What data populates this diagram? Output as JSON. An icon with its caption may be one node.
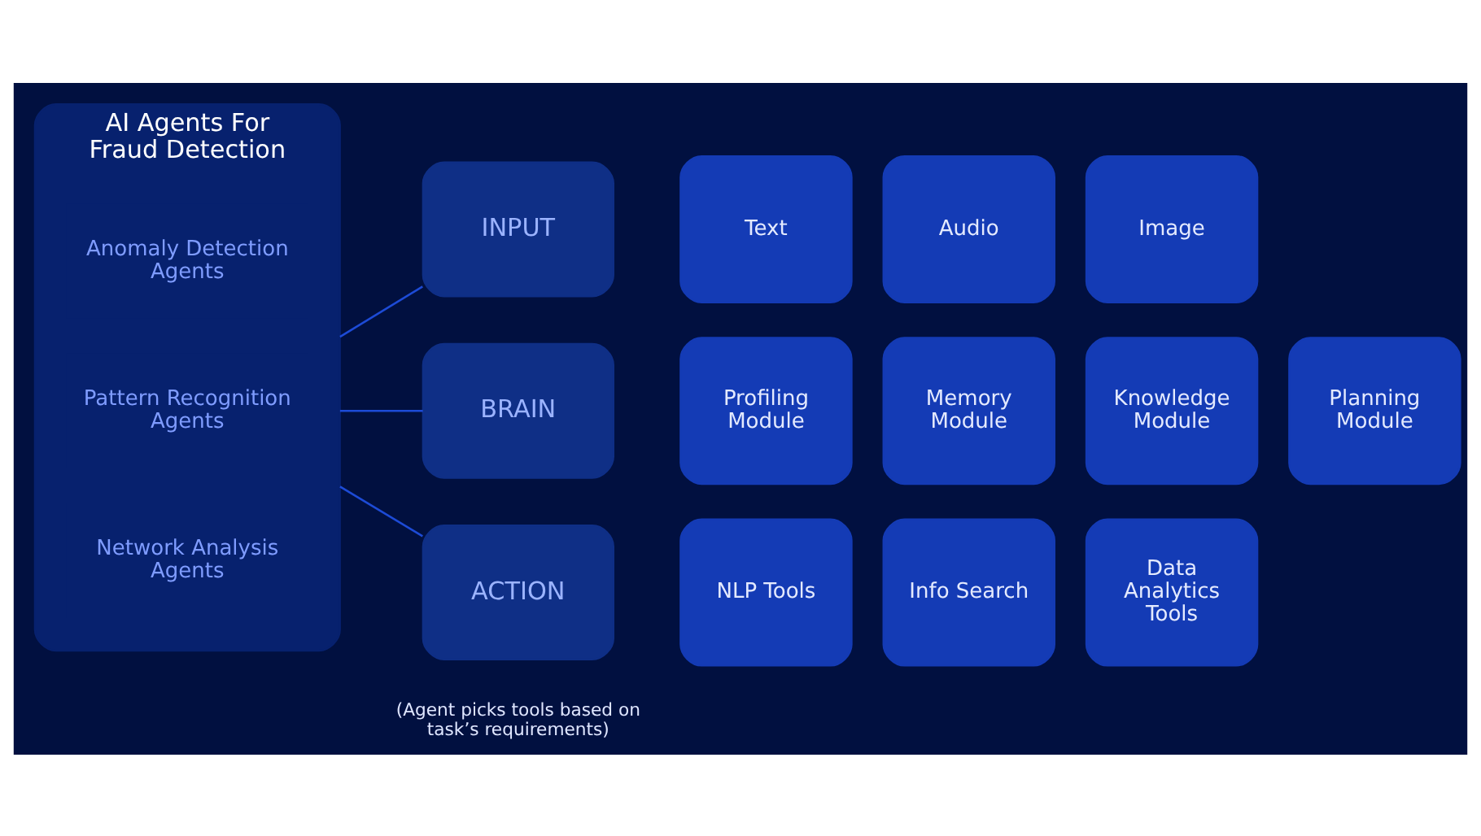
{
  "diagram": {
    "nodes": [
      {
        "text": [
          "AI Agents For Fraud Detection"
        ]
      },
      {
        "text": [
          "Anomaly Detection Agents"
        ],
        "in": 0
      },
      {
        "text": [
          "Pattern Recognition Agents"
        ],
        "in": 0
      },
      {
        "text": [
          "Network Analysis Agents"
        ],
        "in": 0
      },
      {
        "text": [
          "INPUT"
        ]
      },
      {
        "text": [
          "Text"
        ]
      },
      {
        "text": [
          "Audio"
        ]
      },
      {
        "text": [
          "Image"
        ]
      },
      {
        "text": [
          "BRAIN"
        ]
      },
      {
        "text": [
          "Profiling Module"
        ]
      },
      {
        "text": [
          "Memory Module"
        ]
      },
      {
        "text": [
          "Knowledge Module"
        ]
      },
      {
        "text": [
          "Planning Module"
        ]
      },
      {
        "text": [
          "ACTION"
        ],
        "beside": [
          "(Agent picks tools based on task’s requirements)"
        ]
      },
      {
        "text": [
          "NLP Tools"
        ]
      },
      {
        "text": [
          "Info Search"
        ]
      },
      {
        "text": [
          "Data Analytics Tools"
        ]
      }
    ],
    "edges": [
      {
        "from": 0,
        "to": 4,
        "arrow": "none"
      },
      {
        "from": 0,
        "to": 8,
        "arrow": "none"
      },
      {
        "from": 0,
        "to": 13,
        "arrow": "none"
      }
    ]
  }
}
